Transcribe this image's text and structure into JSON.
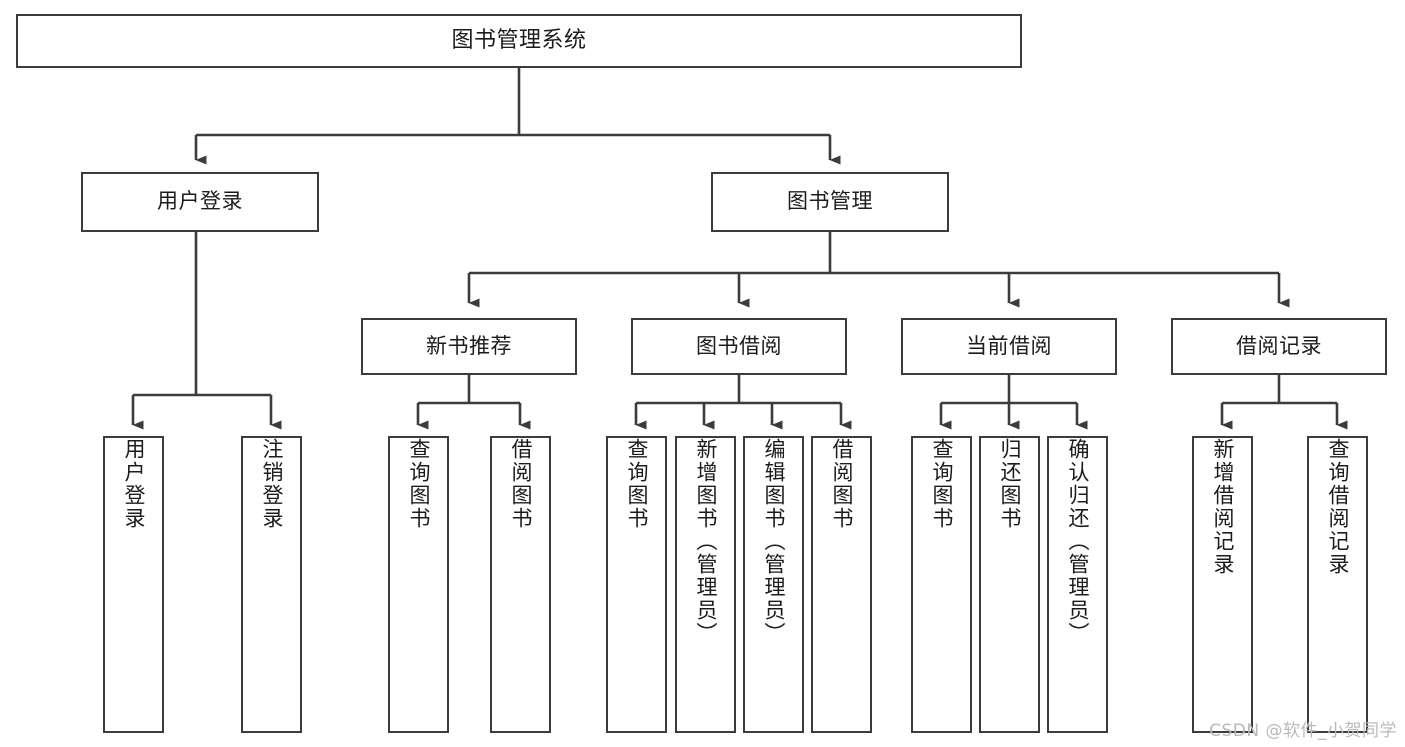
{
  "diagram": {
    "title": "图书管理系统",
    "type": "tree-hierarchy-chart",
    "colors": {
      "border": "#3c3c3c",
      "fill": "#ffffff",
      "text": "#1c1c1c",
      "connector": "#3c3c3c",
      "watermark": "#b9b9b9"
    },
    "root": {
      "label": "图书管理系统"
    },
    "level2": [
      {
        "label": "用户登录"
      },
      {
        "label": "图书管理"
      }
    ],
    "level3": [
      {
        "label": "新书推荐"
      },
      {
        "label": "图书借阅"
      },
      {
        "label": "当前借阅"
      },
      {
        "label": "借阅记录"
      }
    ],
    "leaves": {
      "user_login": [
        {
          "label": "用户登录"
        },
        {
          "label": "注销登录"
        }
      ],
      "new_book_recommend": [
        {
          "label": "查询图书"
        },
        {
          "label": "借阅图书"
        }
      ],
      "book_borrow": [
        {
          "label": "查询图书"
        },
        {
          "label": "新增图书（管理员）"
        },
        {
          "label": "编辑图书（管理员）"
        },
        {
          "label": "借阅图书"
        }
      ],
      "current_borrow": [
        {
          "label": "查询图书"
        },
        {
          "label": "归还图书"
        },
        {
          "label": "确认归还（管理员）"
        }
      ],
      "borrow_record": [
        {
          "label": "新增借阅记录"
        },
        {
          "label": "查询借阅记录"
        }
      ]
    },
    "watermark": "CSDN @软件_小贺同学"
  }
}
